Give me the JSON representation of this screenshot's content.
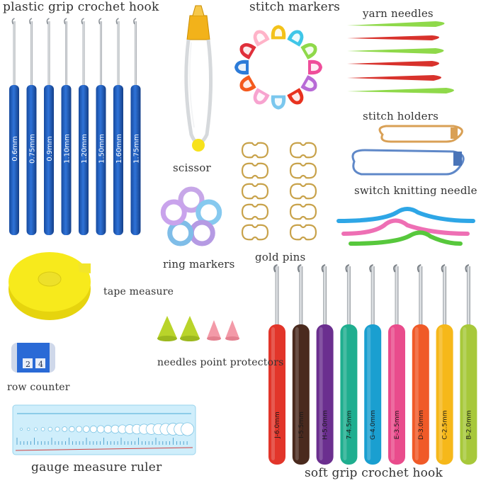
{
  "labels": {
    "plastic_hook": "plastic grip crochet hook",
    "stitch_markers": "stitch markers",
    "yarn_needles": "yarn needles",
    "stitch_holders": "stitch holders",
    "switch_needle": "switch knitting needle",
    "scissor": "scissor",
    "ring_markers": "ring markers",
    "gold_pins": "gold pins",
    "tape_measure": "tape measure",
    "needle_protectors": "needles point protectors",
    "row_counter": "row counter",
    "gauge_ruler": "gauge measure ruler",
    "soft_hook": "soft grip crochet hook"
  },
  "plastic_hook_sizes": [
    "0.6mm",
    "0.75mm",
    "0.9mm",
    "1.10mm",
    "1.20mm",
    "1.50mm",
    "1.60mm",
    "1.75mm"
  ],
  "soft_hook_sizes": [
    "J-6.0mm",
    "I-5.5mm",
    "H-5.0mm",
    "7-4.5mm",
    "G-4.0mm",
    "E-3.5mm",
    "D-3.0mm",
    "C-2.5mm",
    "B-2.0mm"
  ],
  "row_counter_digits": [
    "2",
    "4"
  ],
  "colors": {
    "plastic_hook": "#1f5fc4",
    "soft_hooks": [
      "#e2352a",
      "#4a2a1e",
      "#6b2f8f",
      "#1fae8f",
      "#1a9fd0",
      "#e94c8c",
      "#f05a28",
      "#f6b81a",
      "#a7c83a"
    ],
    "tape": "#f7ea1c",
    "gold": "#c8a24a"
  }
}
